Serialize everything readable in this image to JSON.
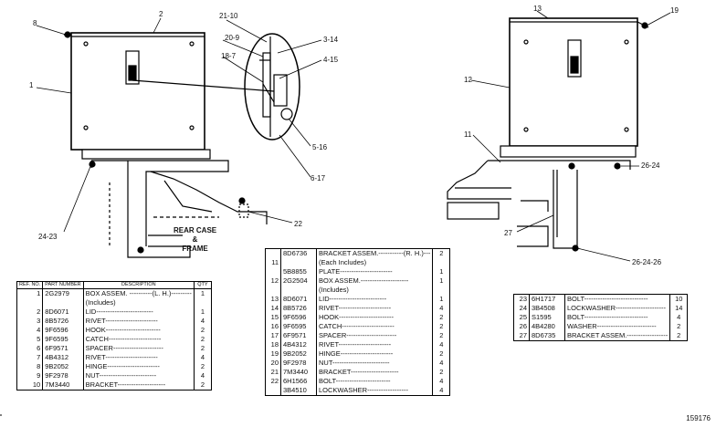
{
  "callouts": {
    "c8": "8",
    "c2": "2",
    "c1": "1",
    "c2123": "24-23",
    "c2110": "21-10",
    "c209": "20-9",
    "c187": "18-7",
    "c314": "3-14",
    "c415": "4-15",
    "c516": "5-16",
    "c617": "6-17",
    "c22": "22",
    "c13": "13",
    "c19": "19",
    "c12": "12",
    "c11": "11",
    "c2624a": "26-24",
    "c27": "27",
    "c262426": "26-24-26"
  },
  "note": {
    "line1": "REAR CASE",
    "line2": "&",
    "line3": "FRAME"
  },
  "table_left": {
    "headers": {
      "ref": "REF. NO.",
      "part": "PART NUMBER",
      "desc": "DESCRIPTION",
      "qty": "QTY"
    },
    "rows": [
      {
        "ref": "1",
        "part": "2G2979",
        "desc": "BOX ASSEM. ----------(L. H.)---------",
        "qty": "1"
      },
      {
        "ref": "",
        "part": "",
        "desc": "(Includes)",
        "qty": ""
      },
      {
        "ref": "2",
        "part": "8D6071",
        "desc": "LID-------------------------",
        "qty": "1"
      },
      {
        "ref": "3",
        "part": "8B5726",
        "desc": "RIVET-----------------------",
        "qty": "4"
      },
      {
        "ref": "4",
        "part": "9F6596",
        "desc": "HOOK------------------------",
        "qty": "2"
      },
      {
        "ref": "5",
        "part": "9F6595",
        "desc": "CATCH-----------------------",
        "qty": "2"
      },
      {
        "ref": "6",
        "part": "6F9571",
        "desc": "SPACER----------------------",
        "qty": "2"
      },
      {
        "ref": "7",
        "part": "4B4312",
        "desc": "RIVET-----------------------",
        "qty": "4"
      },
      {
        "ref": "8",
        "part": "9B2052",
        "desc": "HINGE-----------------------",
        "qty": "2"
      },
      {
        "ref": "9",
        "part": "9F2978",
        "desc": "NUT-------------------------",
        "qty": "4"
      },
      {
        "ref": "10",
        "part": "7M3440",
        "desc": "BRACKET---------------------",
        "qty": "2"
      }
    ]
  },
  "table_mid": {
    "rows": [
      {
        "ref": "",
        "part": "8D6736",
        "desc": "BRACKET ASSEM.-----------(R. H.)---",
        "qty": "2"
      },
      {
        "ref": "11",
        "part": "",
        "desc": "(Each Includes)",
        "qty": ""
      },
      {
        "ref": "",
        "part": "5B8855",
        "desc": "PLATE-----------------------",
        "qty": "1"
      },
      {
        "ref": "12",
        "part": "2G2504",
        "desc": "BOX ASSEM.---------------------",
        "qty": "1"
      },
      {
        "ref": "",
        "part": "",
        "desc": "(Includes)",
        "qty": ""
      },
      {
        "ref": "13",
        "part": "8D6071",
        "desc": "LID-------------------------",
        "qty": "1"
      },
      {
        "ref": "14",
        "part": "8B5726",
        "desc": "RIVET-----------------------",
        "qty": "4"
      },
      {
        "ref": "15",
        "part": "9F6596",
        "desc": "HOOK------------------------",
        "qty": "2"
      },
      {
        "ref": "16",
        "part": "9F6595",
        "desc": "CATCH-----------------------",
        "qty": "2"
      },
      {
        "ref": "17",
        "part": "6F9571",
        "desc": "SPACER----------------------",
        "qty": "2"
      },
      {
        "ref": "18",
        "part": "4B4312",
        "desc": "RIVET-----------------------",
        "qty": "4"
      },
      {
        "ref": "19",
        "part": "9B2052",
        "desc": "HINGE-----------------------",
        "qty": "2"
      },
      {
        "ref": "20",
        "part": "9F2978",
        "desc": "NUT-------------------------",
        "qty": "4"
      },
      {
        "ref": "21",
        "part": "7M3440",
        "desc": "BRACKET---------------------",
        "qty": "2"
      },
      {
        "ref": "22",
        "part": "6H1566",
        "desc": "BOLT------------------------",
        "qty": "4"
      },
      {
        "ref": "",
        "part": "3B4510",
        "desc": "LOCKWASHER------------------",
        "qty": "4"
      }
    ]
  },
  "table_right": {
    "rows": [
      {
        "ref": "23",
        "part": "6H1717",
        "desc": "BOLT----------------------------",
        "qty": "10"
      },
      {
        "ref": "24",
        "part": "3B4508",
        "desc": "LOCKWASHER----------------------",
        "qty": "14"
      },
      {
        "ref": "25",
        "part": "S1595",
        "desc": "BOLT----------------------------",
        "qty": "4"
      },
      {
        "ref": "26",
        "part": "4B4280",
        "desc": "WASHER--------------------------",
        "qty": "2"
      },
      {
        "ref": "27",
        "part": "8D6735",
        "desc": "BRACKET ASSEM.------------------",
        "qty": "2"
      }
    ]
  },
  "plate_number": "159176"
}
